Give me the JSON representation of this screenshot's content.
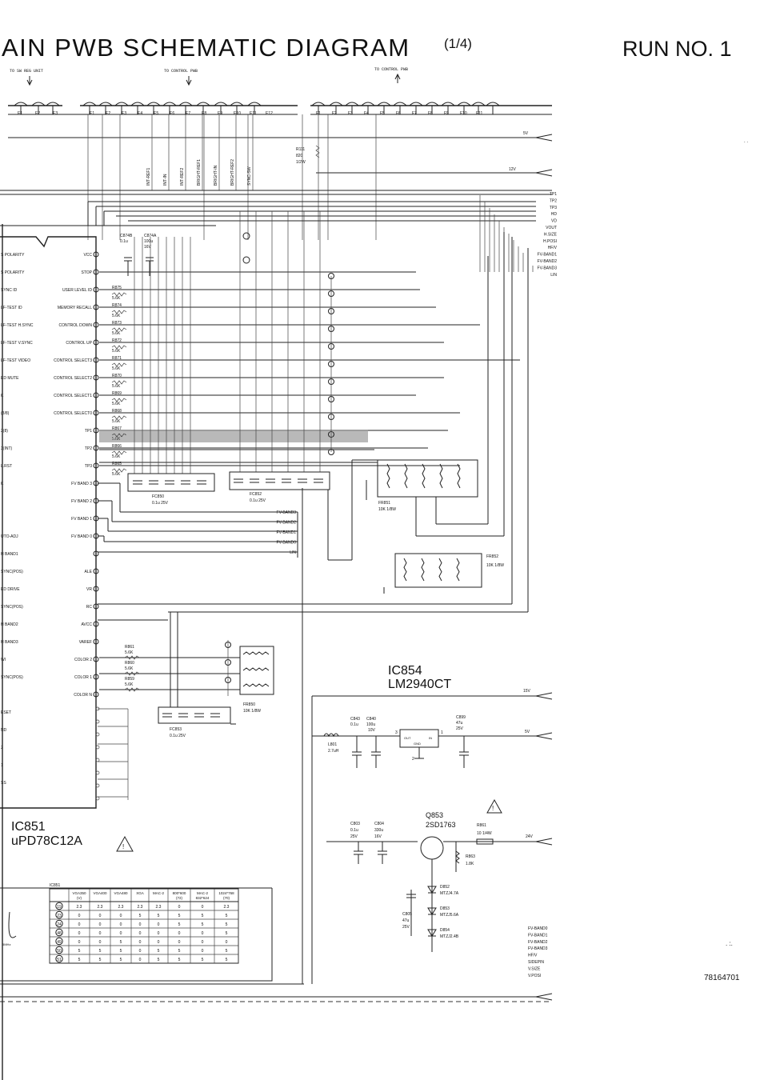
{
  "header": {
    "title": "AIN PWB SCHEMATIC DIAGRAM",
    "part": "(1/4)",
    "run": "RUN NO. 1"
  },
  "connectors": {
    "left_label": "TO SW REG UNIT",
    "mid_label": "TO CONTROL PWB",
    "right_label": "TO CONTROL PWB",
    "e_pins": [
      "E1",
      "E2",
      "E3",
      "E4",
      "E5",
      "E6",
      "E7",
      "E8",
      "E9",
      "E10",
      "E11",
      "E12"
    ],
    "f_pins": [
      "F1",
      "F2",
      "F3",
      "F4",
      "F5",
      "F6",
      "F7",
      "F8",
      "F9",
      "F10",
      "F11"
    ],
    "vertical_nets": [
      "INT-REF1",
      "INT-IN",
      "INT-REF2",
      "BRIGHT-REF1",
      "BRIGHT-IN",
      "BRIGHT-REF2",
      "SYNC-SW"
    ]
  },
  "rails": {
    "v5": "5V",
    "v12": "12V",
    "v15": "15V",
    "v24": "24V"
  },
  "r_top": {
    "ref": "R111",
    "value": "820",
    "rating": "1/2W"
  },
  "cap_top": {
    "c1": "C874B",
    "c1v": "0.1u",
    "c2": "C874A",
    "c2v": "100u",
    "c2r": "16V"
  },
  "tp_list": [
    "TP1",
    "TP2",
    "TP3",
    "HD",
    "VD",
    "VOUT",
    "H.SIZE",
    "H.POSI",
    "HF/V",
    "FV-BAND1",
    "FV-BAND2",
    "FV-BAND3",
    "LIN"
  ],
  "ic851": {
    "ref": "IC851",
    "part": "uPD78C12A",
    "left_pins": [
      "S POLARITY",
      "S POLARITY",
      "SYNC ID",
      "LF-TEST ID",
      "LF-TEST H.SYNC",
      "LF-TEST V.SYNC",
      "LF-TEST VIDEO",
      "ED MUTE",
      "K",
      "(8/8)",
      "2(8)",
      "3(INT)",
      "L.RST",
      "K",
      "",
      "",
      "UTO-ADJ",
      "H BAND1",
      "SYNC(POS)",
      "ED DRIVE",
      "SYNC(POS)",
      "H BAND2",
      "H BAND3",
      "WI",
      "SYNC(POS)",
      "",
      "ESET",
      "ND",
      "2",
      "1",
      "SS"
    ],
    "right_pins": [
      "VCC",
      "STOP",
      "USER LEVEL ID",
      "MEMORY RECALL",
      "CONTROL DOWN",
      "CONTROL UP",
      "CONTROL SELECT3",
      "CONTROL SELECT2",
      "CONTROL SELECT1",
      "CONTROL SELECT0",
      "TP1",
      "TP2",
      "TP3",
      "FV BAND 3",
      "FV BAND 2",
      "FV BAND 1",
      "FV BAND 0",
      "",
      "ALE",
      "VR",
      "RC",
      "AVCC",
      "VAREF",
      "COLOR 2",
      "COLOR 1",
      "COLOR N"
    ]
  },
  "resistors": [
    {
      "ref": "R875",
      "value": "5.6K"
    },
    {
      "ref": "R874",
      "value": "5.6K"
    },
    {
      "ref": "R873",
      "value": "5.6K"
    },
    {
      "ref": "R872",
      "value": "5.6K"
    },
    {
      "ref": "R871",
      "value": "5.6K"
    },
    {
      "ref": "R870",
      "value": "5.6K"
    },
    {
      "ref": "R869",
      "value": "5.6K"
    },
    {
      "ref": "R868",
      "value": "5.6K"
    },
    {
      "ref": "R867",
      "value": "5.6K"
    },
    {
      "ref": "R866",
      "value": "5.6K"
    },
    {
      "ref": "R865",
      "value": "5.6K"
    }
  ],
  "color_res": [
    {
      "ref": "R861",
      "value": "5.6K"
    },
    {
      "ref": "R860",
      "value": "5.6K"
    },
    {
      "ref": "R859",
      "value": "5.6K"
    }
  ],
  "nets_mid": [
    "FV-BAND3",
    "FV-BAND2",
    "FV-BAND1",
    "FV-BAND0",
    "LIN"
  ],
  "cap_arrays": [
    {
      "ref": "FC850",
      "value": "0.1u 25V"
    },
    {
      "ref": "FC852",
      "value": "0.1u 25V"
    },
    {
      "ref": "FC853",
      "value": "0.1u 25V"
    }
  ],
  "res_arrays": [
    {
      "ref": "FR851",
      "value": "10K 1/8W"
    },
    {
      "ref": "FR852",
      "value": "10K 1/8W"
    },
    {
      "ref": "FR850",
      "value": "10K 1/8W"
    }
  ],
  "ic854": {
    "ref": "IC854",
    "part": "LM2940CT",
    "c843": "C843",
    "c843v": "0.1u",
    "c840": "C840",
    "c840v": "100u",
    "c840r": "10V",
    "c899": "C899",
    "c899v": "47u",
    "c899r": "25V",
    "l801": "L801",
    "l801v": "2.7uH",
    "pin_in": "3",
    "pin_out": "1",
    "pin_gnd": "2",
    "l_out": "OUT",
    "l_in": "IN",
    "l_gnd": "GND"
  },
  "q853": {
    "ref": "Q853",
    "part": "2SD1763",
    "c803": "C803",
    "c803v": "0.1u",
    "c803r": "25V",
    "c804": "C804",
    "c804v": "330u",
    "c804r": "16V",
    "r861": "R861",
    "r861v": "10 1/4W",
    "r863": "R863",
    "r863v": "1.8K",
    "d852": "D852",
    "d852v": "MTZJ4.7A",
    "d853": "D853",
    "d853v": "MTZJ5.6A",
    "d854": "D854",
    "d854v": "MTZJ2.4B",
    "c805": "C805",
    "c805v": "47u",
    "c805r": "25V"
  },
  "bottom_right_nets": [
    "FV-BAND0",
    "FV-BAND1",
    "FV-BAND2",
    "FV-BAND3",
    "HF/V",
    "SIDEPIN",
    "V.SIZE",
    "V.POSI"
  ],
  "table": {
    "title": "IC851",
    "headers": [
      "",
      "VGA350 (V)",
      "VGA400",
      "VGA480",
      "XGA",
      "MAC-2",
      "800*600 (72)",
      "MAC-2 832*624",
      "1024*768 (70)"
    ],
    "rows": [
      [
        "19",
        "2.3",
        "2.3",
        "2.3",
        "2.3",
        "2.3",
        "0",
        "0",
        "2.3"
      ],
      [
        "23",
        "0",
        "0",
        "0",
        "5",
        "5",
        "5",
        "5",
        "5"
      ],
      [
        "24",
        "0",
        "0",
        "0",
        "0",
        "0",
        "5",
        "5",
        "5"
      ],
      [
        "48",
        "0",
        "0",
        "0",
        "0",
        "0",
        "0",
        "0",
        "5"
      ],
      [
        "49",
        "0",
        "0",
        "5",
        "0",
        "0",
        "0",
        "0",
        "0"
      ],
      [
        "50",
        "5",
        "5",
        "5",
        "0",
        "5",
        "5",
        "0",
        "5"
      ],
      [
        "51",
        "5",
        "5",
        "5",
        "0",
        "5",
        "5",
        "5",
        "5"
      ]
    ]
  },
  "side_label": "5MHz",
  "doc_number": "78164701",
  "warn_glyph": "!"
}
